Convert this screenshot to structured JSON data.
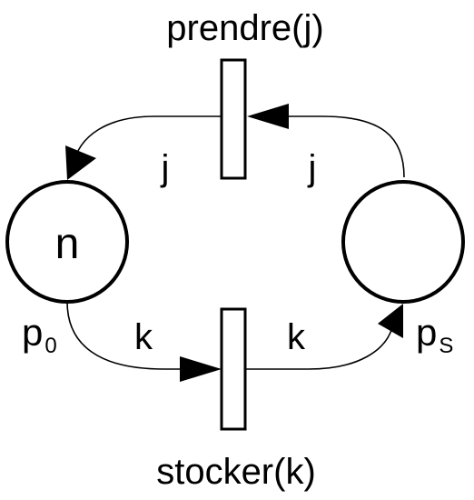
{
  "colors": {
    "stroke": "#000000",
    "background": "#ffffff"
  },
  "transitions": {
    "top_label": "prendre(j)",
    "bottom_label": "stocker(k)"
  },
  "places": {
    "left": {
      "name": "p",
      "subscript": "0",
      "tokens": "n"
    },
    "right": {
      "name": "p",
      "subscript": "S"
    }
  },
  "arcs": {
    "top_left_weight": "j",
    "top_right_weight": "j",
    "bottom_left_weight": "k",
    "bottom_right_weight": "k"
  }
}
